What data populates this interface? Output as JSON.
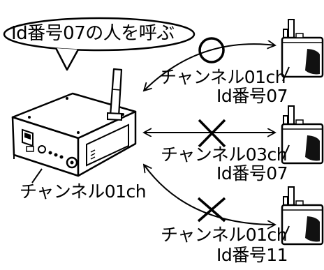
{
  "speech_bubble": {
    "text": "Id番号07の人を呼ぶ"
  },
  "base_unit": {
    "channel_label": "チャンネル01ch"
  },
  "receivers": [
    {
      "channel_label": "チャンネル01ch",
      "id_label": "Id番号07",
      "result_icon": "circle-mark-icon"
    },
    {
      "channel_label": "チャンネル03ch",
      "id_label": "Id番号07",
      "result_icon": "cross-mark-icon"
    },
    {
      "channel_label": "チャンネル01ch",
      "id_label": "Id番号11",
      "result_icon": "cross-mark-icon"
    }
  ],
  "colors": {
    "ink": "#000000",
    "background": "#ffffff"
  }
}
